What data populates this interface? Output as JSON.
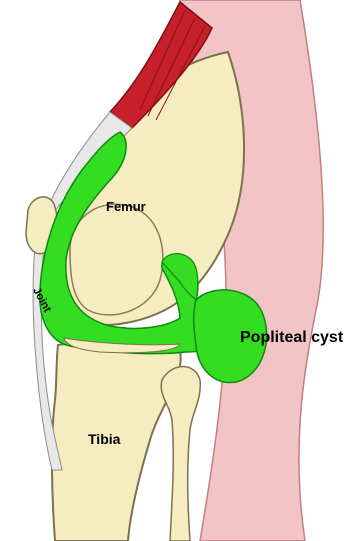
{
  "labels": {
    "femur": "Femur",
    "joint": "Joint",
    "cyst": "Popliteal cyst",
    "tibia": "Tibia"
  },
  "colors": {
    "skin": "#f2c4c6",
    "skin_edge": "#c27f86",
    "bone": "#f5ecc0",
    "bone_edge": "#7d7150",
    "synovial": "#33dd22",
    "synovial_edge": "#118811",
    "muscle": "#c8202a",
    "tendon": "#e8e8e8"
  }
}
